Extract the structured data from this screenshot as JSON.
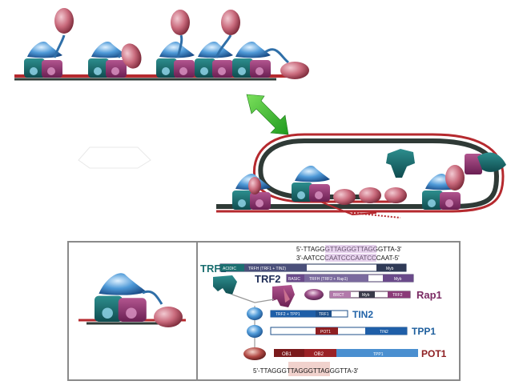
{
  "sequences": {
    "top_strand": "5'-TTAGGGTTAGGGTTAGGGTTA-3'",
    "bottom_strand": "3'-AATCCCAATCCCAATCCCAAT-5'",
    "bottom_ssdna": "5'-TTAGGGTTAGGGTTAGGGTTA-3'"
  },
  "proteins": {
    "trf1": {
      "name": "TRF1",
      "domains": [
        "ACIDIC",
        "TRFH (TRF1 + TIN2)",
        "Myb"
      ]
    },
    "trf2": {
      "name": "TRF2",
      "domains": [
        "BASIC",
        "TRFH (TRF2 + Rap1)",
        "Myb"
      ]
    },
    "rap1": {
      "name": "Rap1",
      "domains": [
        "BRCT",
        "Myb",
        "TRF2"
      ]
    },
    "tin2": {
      "name": "TIN2",
      "domains": [
        "TRF2 + TPP1",
        "TRF1"
      ]
    },
    "tpp1": {
      "name": "TPP1",
      "domains": [
        "POT1",
        "TIN2"
      ]
    },
    "pot1": {
      "name": "POT1",
      "domains": [
        "OB1",
        "OB2",
        "TPP1"
      ]
    }
  },
  "colors": {
    "dna_red": "#b5292e",
    "dna_dark": "#2f3a36",
    "teal": "#1b6f70",
    "blue": "#2f6fa8",
    "magenta": "#8e2a63",
    "pink_light": "#c9708f",
    "maroon": "#8e1f22",
    "arrow_green": "#3cbf2a",
    "trf1_label": "#1b6f70",
    "trf2_label": "#1e2c56",
    "rap1_label": "#7a2a63",
    "tin2_label": "#2163a8",
    "tpp1_label": "#1d5e9c",
    "pot1_label": "#8e1f22"
  }
}
